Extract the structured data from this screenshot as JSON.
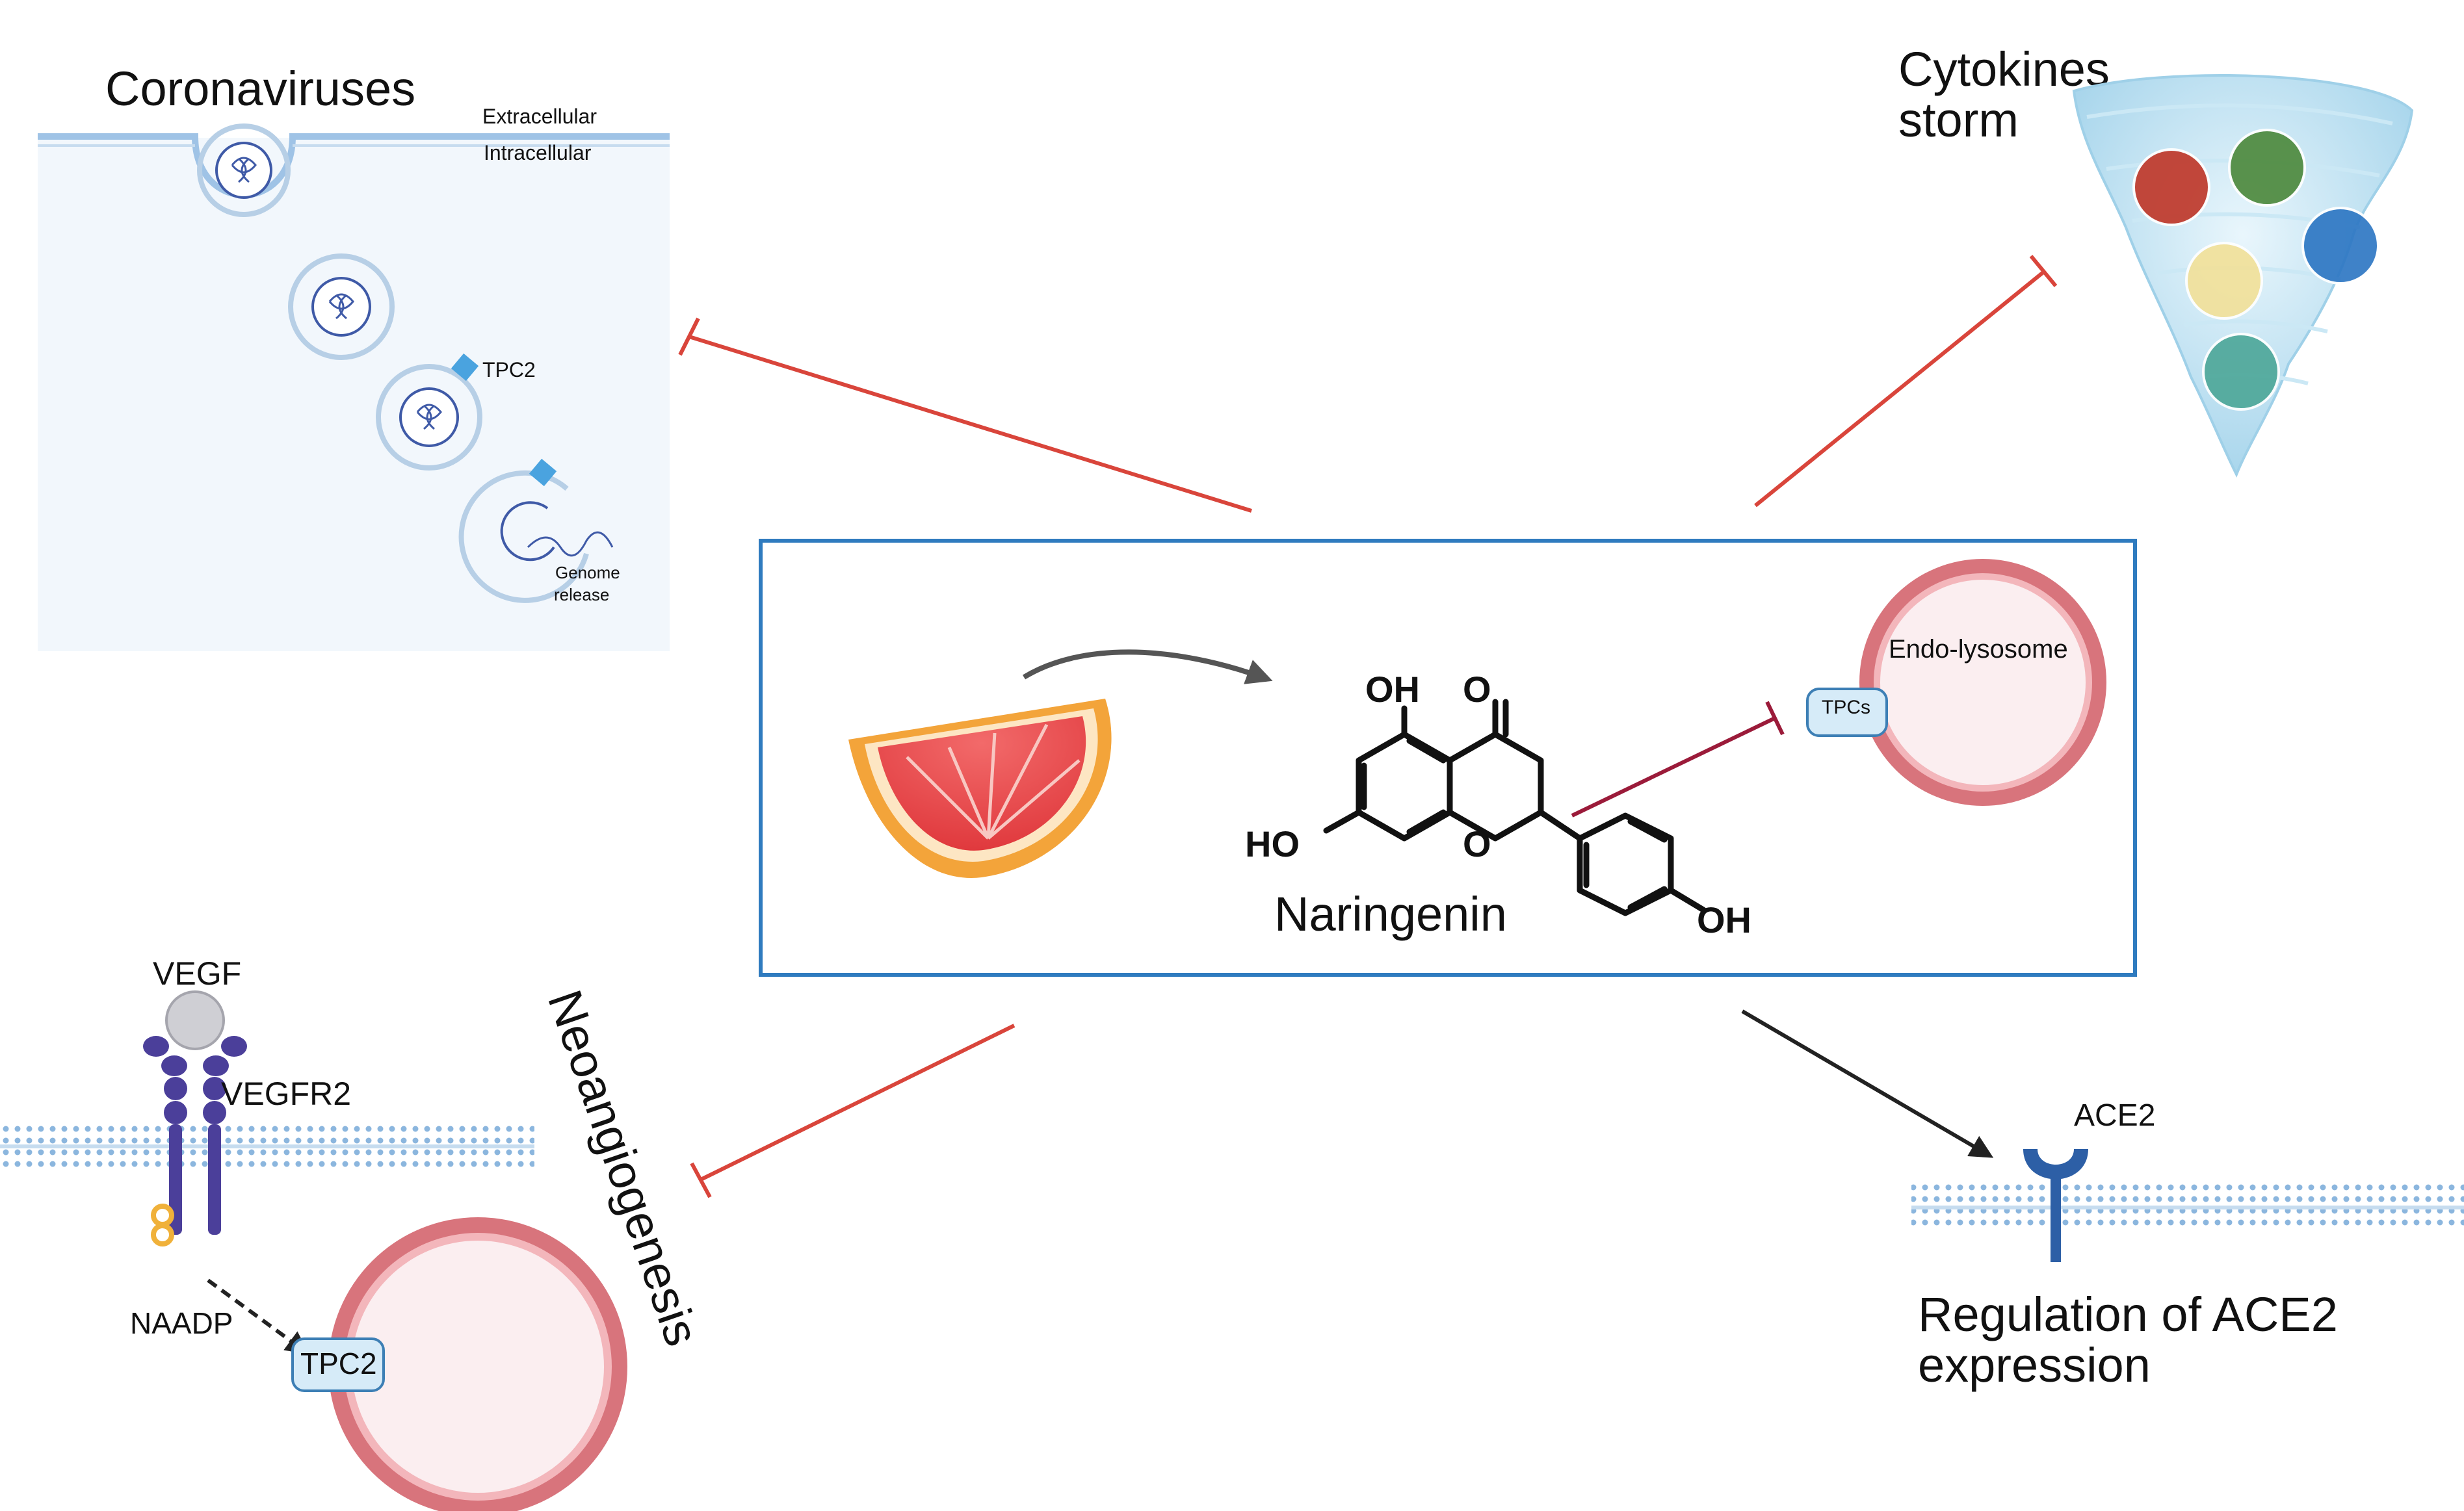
{
  "coronaviruses": {
    "title": "Coronaviruses",
    "extracellular": "Extracellular",
    "intracellular": "Intracellular",
    "tpc2": "TPC2",
    "genome": "Genome",
    "release": "release"
  },
  "cytokines": {
    "line1": "Cytokines",
    "line2": "storm",
    "ball_colors": [
      "#c0392b",
      "#4e8a3e",
      "#2f78c4",
      "#f2e19a",
      "#4fa89a"
    ]
  },
  "center": {
    "compound": "Naringenin",
    "oh_top": "OH",
    "o_top": "O",
    "ho_left": "HO",
    "o_ring": "O",
    "oh_right": "OH",
    "organelle": "Endo-lysosome",
    "channel": "TPCs"
  },
  "neo": {
    "vegf": "VEGF",
    "vegfr2": "VEGFR2",
    "naadp": "NAADP",
    "tpc2": "TPC2",
    "title": "Neoangiogenesis"
  },
  "ace2": {
    "label": "ACE2",
    "line1": "Regulation of ACE2",
    "line2": "expression"
  },
  "colors": {
    "inhibit": "#d9453b",
    "inhibit_dark": "#9b1b3a",
    "box_border": "#2f7bbf",
    "membrane": "#9fc3e6",
    "ring": "#d8747c",
    "ring_fill": "#fbeef0",
    "tpc_fill": "#d6ebf8",
    "tpc_border": "#3d7fb5"
  }
}
